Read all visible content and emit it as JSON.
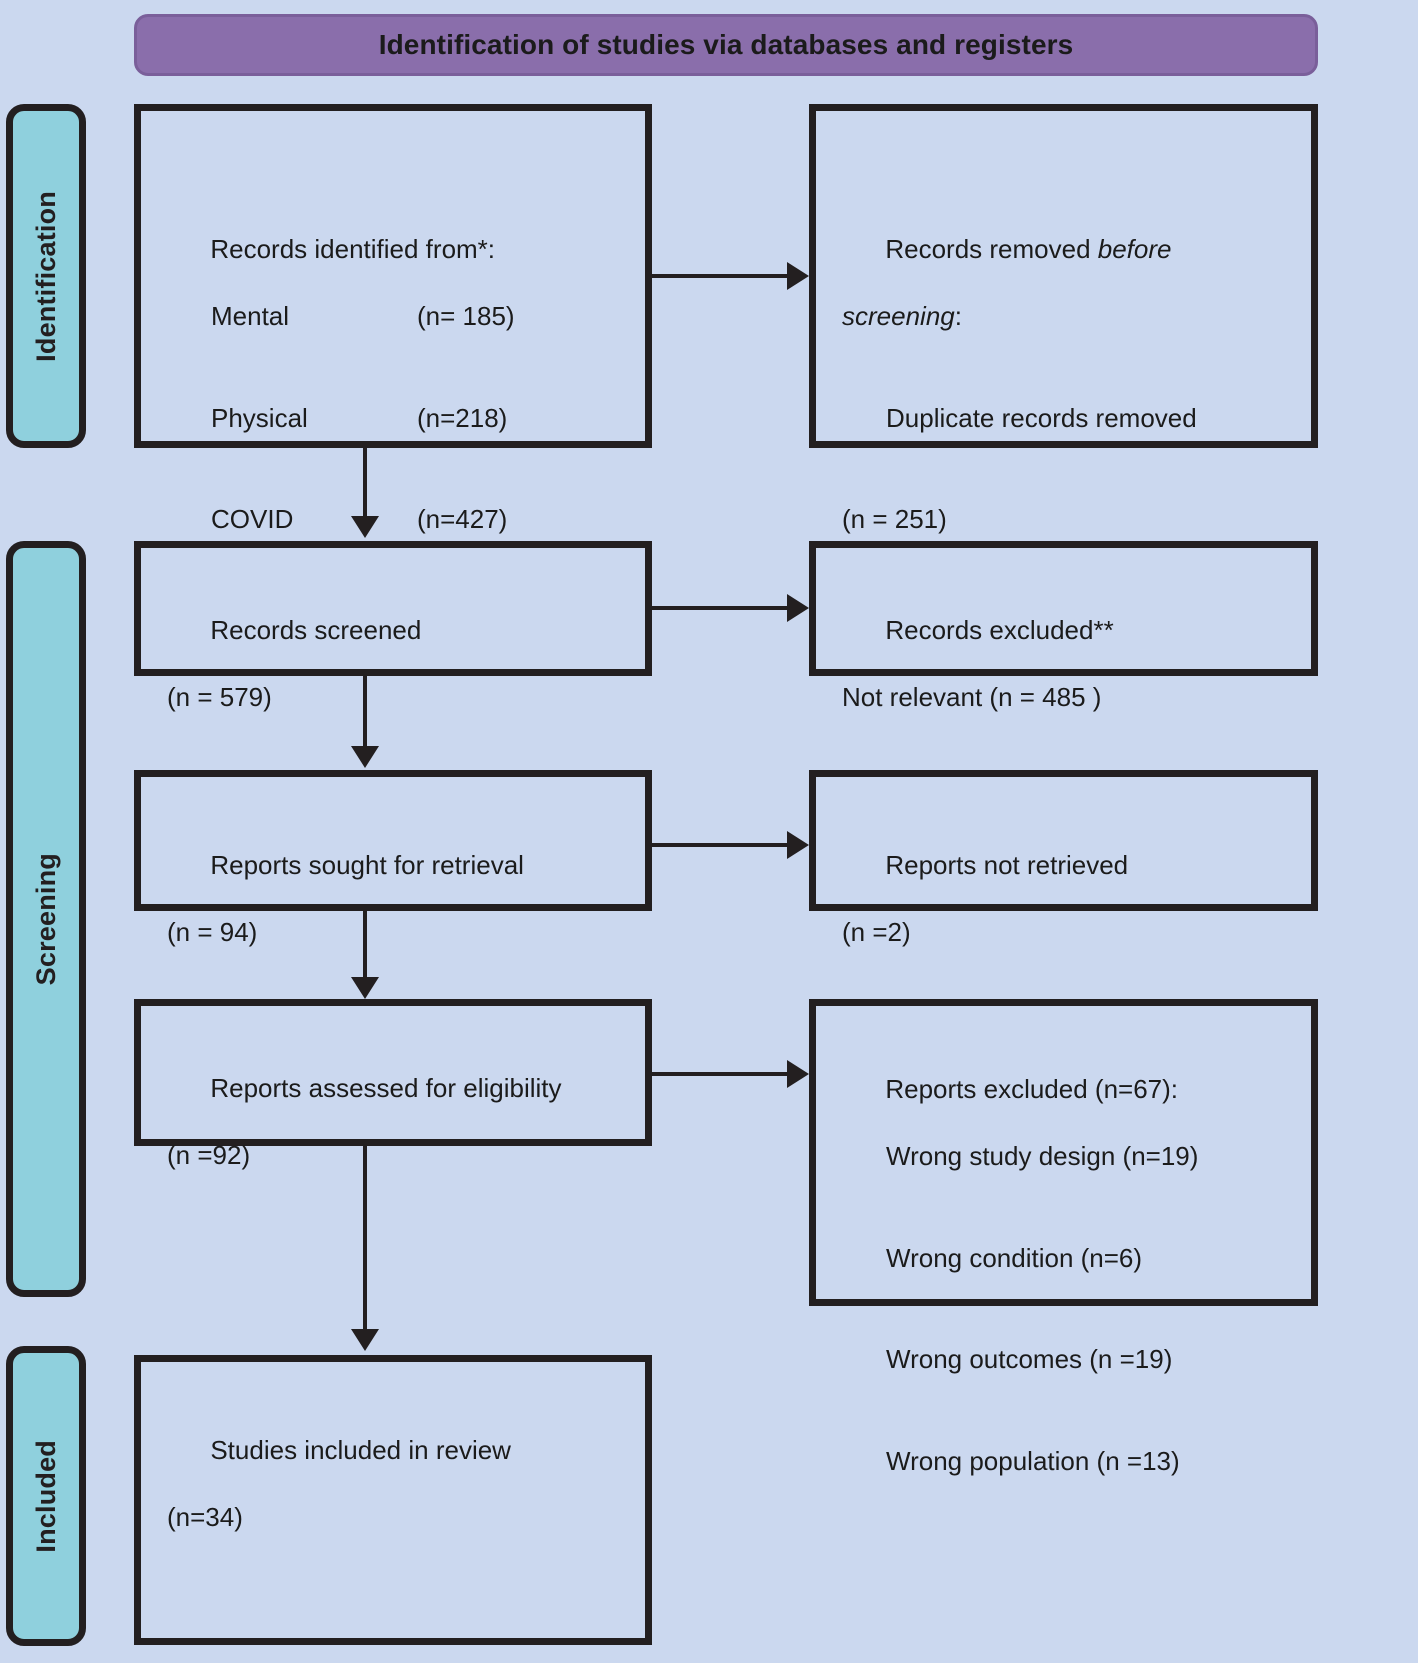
{
  "header": {
    "title": "Identification of studies via databases and registers"
  },
  "stages": [
    {
      "label": "Identification"
    },
    {
      "label": "Screening"
    },
    {
      "label": "Included"
    }
  ],
  "boxes": {
    "identified": {
      "heading": "Records identified from*:",
      "rows": [
        {
          "label": "Mental",
          "count": "(n= 185)"
        },
        {
          "label": "Physical",
          "count": "(n=218)"
        },
        {
          "label": "COVID",
          "count": "(n=427)"
        }
      ]
    },
    "removed": {
      "line1_plain": "Records removed ",
      "line1_italic": "before",
      "line2_italic": "screening",
      "line2_plain": ":",
      "line3": "Duplicate records removed",
      "line4": "(n = 251)"
    },
    "screened": {
      "line1": "Records screened",
      "line2": "(n = 579)"
    },
    "excluded": {
      "line1": "Records excluded**",
      "line2": "Not relevant (n = 485 )"
    },
    "sought": {
      "line1": "Reports sought for retrieval",
      "line2": "(n = 94)"
    },
    "not_retrieved": {
      "line1": "Reports not retrieved",
      "line2": "(n =2)"
    },
    "assessed": {
      "line1": "Reports assessed for eligibility",
      "line2": "(n =92)"
    },
    "reports_excluded": {
      "heading": "Reports excluded (n=67):",
      "reasons": [
        "Wrong study design (n=19)",
        "Wrong condition (n=6)",
        "Wrong outcomes (n =19)",
        "Wrong population (n =13)"
      ]
    },
    "included": {
      "line1": "Studies included in review",
      "line2": "(n=34)"
    }
  },
  "colors": {
    "background": "#cbd8ef",
    "header_banner": "#8a6eab",
    "stage_rail": "#8fd0dd",
    "box_fill": "#cbd8ef",
    "outline": "#231f20"
  }
}
